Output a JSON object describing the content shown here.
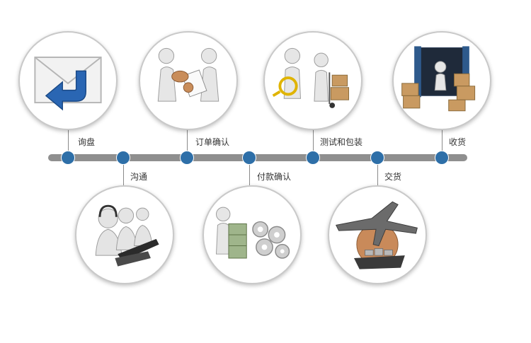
{
  "steps": [
    {
      "label": "询盘",
      "illustration": "envelope-reply-icon"
    },
    {
      "label": "沟通",
      "illustration": "call-center-icon"
    },
    {
      "label": "订单确认",
      "illustration": "handshake-document-icon"
    },
    {
      "label": "付款确认",
      "illustration": "money-gears-icon"
    },
    {
      "label": "测试和包装",
      "illustration": "magnifier-boxes-icon"
    },
    {
      "label": "交货",
      "illustration": "airplane-ship-globe-icon"
    },
    {
      "label": "收货",
      "illustration": "container-boxes-icon"
    }
  ],
  "colors": {
    "node": "#2e6fa8",
    "bar": "#8f8f8f",
    "ring": "#c9c9c9"
  }
}
